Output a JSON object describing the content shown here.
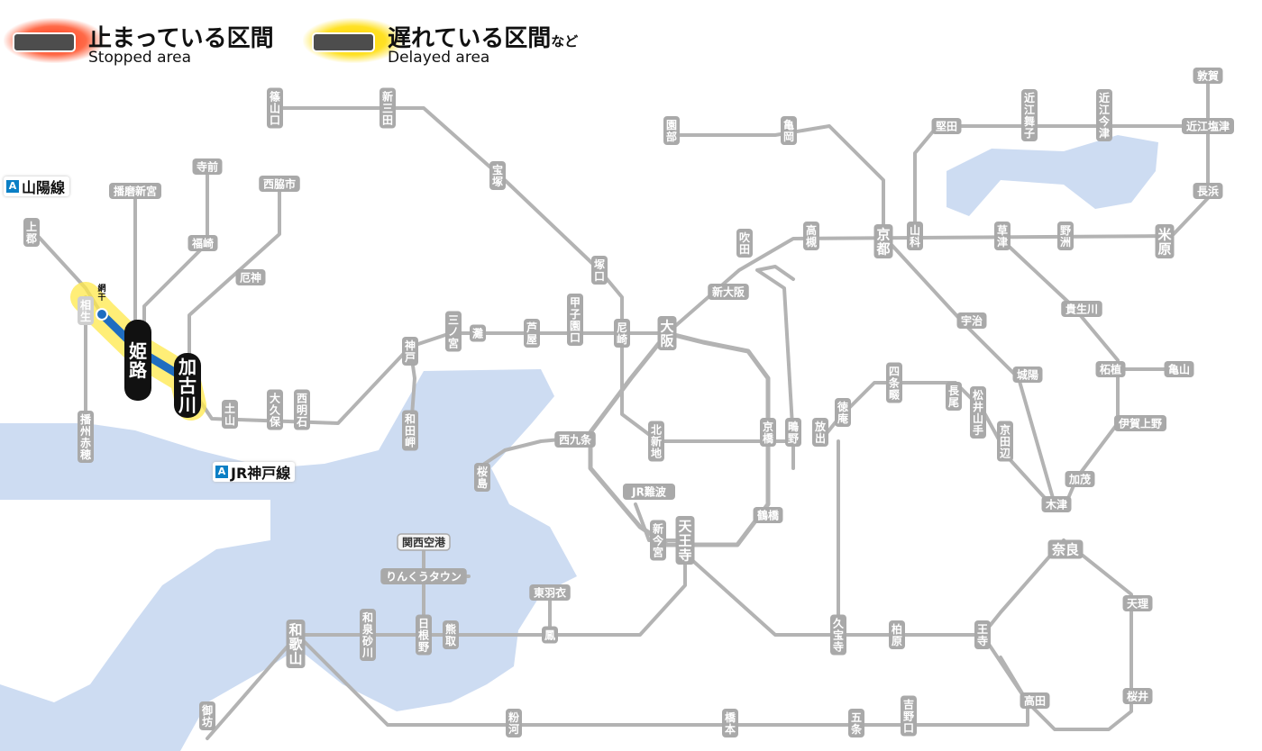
{
  "legend": {
    "stopped": {
      "label_jp": "止まっている区間",
      "label_en": "Stopped area"
    },
    "delayed": {
      "label_jp": "遅れている区間",
      "label_jp_suffix": "など",
      "label_en": "Delayed area"
    }
  },
  "line_labels": {
    "sanyo": {
      "badge": "A",
      "name": "山陽線"
    },
    "kobe": {
      "badge": "A",
      "name": "JR神戸線"
    }
  },
  "colors": {
    "sea": "#cddcf2",
    "track": "#b3b3b3",
    "station": "#a9a9a9",
    "highlight": "#1f6dc0",
    "delay_glow": "#ffd400",
    "stop_glow": "#ff3a1a"
  },
  "stations": {
    "h_kamigori": "上郡",
    "h_aioi": "相生",
    "h_himeji": "姫路",
    "h_kakogawa": "加古川",
    "h_amikan": "網干",
    "h_banshuako": "播州赤穂",
    "h_tsuchiyama": "土山",
    "h_okubo": "大久保",
    "h_nishiakashi": "西明石",
    "h_teramae": "寺前",
    "h_fukusaki": "福崎",
    "h_harimashinguu": "播磨新宮",
    "h_nishiwaki": "西脇市",
    "h_yashiro": "厄神",
    "h_sasayama": "篠山口",
    "h_shinsanda": "新三田",
    "h_takarazuka": "宝塚",
    "h_tsukaguchi": "塚口",
    "k_kobe": "神戸",
    "k_sannomiya": "三ノ宮",
    "k_nada": "灘",
    "k_ashiya": "芦屋",
    "k_koshienguchi": "甲子園口",
    "k_amagasaki": "尼崎",
    "k_osaka": "大阪",
    "k_shinosaka": "新大阪",
    "k_suita": "吹田",
    "k_takatsuki": "高槻",
    "k_kyoto": "京都",
    "k_yamashina": "山科",
    "k_kusatsu": "草津",
    "k_yasu": "野洲",
    "k_maibara": "米原",
    "k_wadamisaki": "和田岬",
    "n_sonobe": "園部",
    "n_kameoka": "亀岡",
    "n_katata": "堅田",
    "n_omimaiko": "近江舞子",
    "n_omiimazu": "近江今津",
    "n_tsuruga": "敦賀",
    "n_omishiotsu": "近江塩津",
    "n_nagahama": "長浜",
    "o_nishikujo": "西九条",
    "o_sakurajima": "桜島",
    "o_kitashinchi": "北新地",
    "o_kyobashi": "京橋",
    "o_tsurahashi": "鶴橋",
    "o_tennoji": "天王寺",
    "o_shinimamiya": "新今宮",
    "o_jrnamba": "JR難波",
    "o_hanaten": "鴫野",
    "o_hanaten2": "放出",
    "e_tokuan": "徳庵",
    "e_shijonawate": "四条畷",
    "e_nagao": "長尾",
    "e_matsuiyamate": "松井山手",
    "e_kyotanabe": "京田辺",
    "e_uji": "宇治",
    "e_joyo": "城陽",
    "e_kizu": "木津",
    "e_nara": "奈良",
    "e_kamo": "加茂",
    "e_iga": "伊賀上野",
    "e_tsuge": "柘植",
    "e_kameyama": "亀山",
    "e_kibugawa": "貴生川",
    "e_tenri": "天理",
    "e_sakurai": "桜井",
    "e_takada": "高田",
    "e_oji": "王寺",
    "e_kashiwara": "柏原",
    "e_kyuhoji": "久宝寺",
    "e_gojo": "五条",
    "e_yoshinoguchi": "吉野口",
    "w_kansaiairport": "関西空港",
    "w_rinku": "りんくうタウン",
    "w_hineno": "日根野",
    "w_kumatori": "熊取",
    "w_otori": "鳳",
    "w_higashihagoromo": "東羽衣",
    "w_izumisunagawa": "和泉砂川",
    "w_wakayama": "和歌山",
    "w_gobo": "御坊",
    "w_kokawa": "粉河",
    "w_hashimoto": "橋本"
  }
}
